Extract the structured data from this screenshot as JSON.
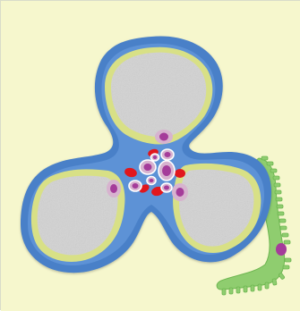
{
  "illustration": {
    "colors": {
      "background": "#f6f7cd",
      "wall_outer": "#4a80c8",
      "wall_inner_band": "#5d92d6",
      "lining": "#d8e086",
      "lumen": "#d3d3d3",
      "lumen_texture": "#bdbdbd",
      "nucleus_cell": "#d7b3cf",
      "nucleus": "#a53c9a",
      "red_cell": "#e1171d",
      "green_process": "#8fcd6f",
      "green_process_dark": "#6eb651",
      "central_cell_outline": "#ffffff"
    },
    "icons": {
      "upper_lobe": "lumen-lobe-icon",
      "left_lobe": "lumen-lobe-icon",
      "right_lobe": "lumen-lobe-icon",
      "center_core": "central-core-icon",
      "side_process": "green-process-icon"
    },
    "central_features": {
      "red_blobs": 5,
      "pink_oval_cells": 7,
      "pink_nuclei_on_lining": 3
    }
  }
}
